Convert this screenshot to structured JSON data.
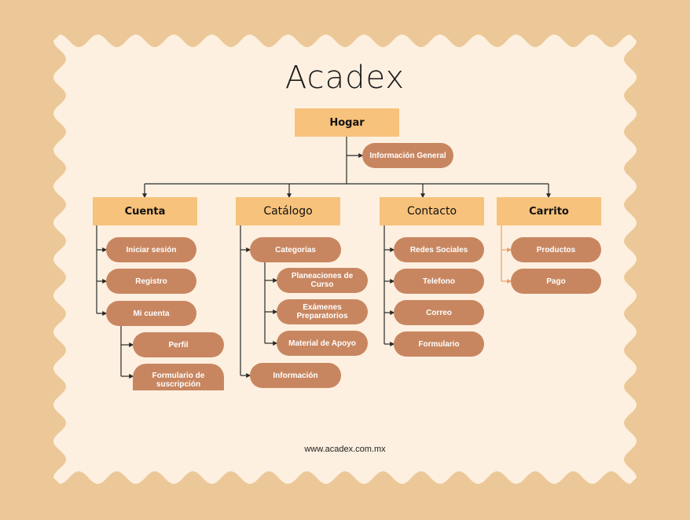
{
  "title": "Acadex",
  "root": {
    "label": "Hogar",
    "children": [
      "Información General"
    ]
  },
  "sections": [
    {
      "label": "Cuenta",
      "items": [
        "Iniciar sesión",
        "Registro",
        "Mi cuenta"
      ],
      "subitems_of_mi_cuenta": [
        "Perfil",
        "Formulario de suscripción"
      ]
    },
    {
      "label": "Catálogo",
      "items": [
        "Categorías",
        "Información"
      ],
      "subitems_of_categorias": [
        "Planeaciones de Curso",
        "Exámenes Preparatorios",
        "Material de Apoyo"
      ]
    },
    {
      "label": "Contacto",
      "items": [
        "Redes Sociales",
        "Telefono",
        "Correo",
        "Formulario"
      ]
    },
    {
      "label": "Carrito",
      "items": [
        "Productos",
        "Pago"
      ]
    }
  ],
  "footer": "www.acadex.com.mx",
  "colors": {
    "background": "#ecc898",
    "card": "#fdf0e0",
    "header_box": "#f7c27b",
    "pill": "#c88660",
    "connector": "#2a2a2a",
    "connector_carrito": "#e9a06a"
  }
}
